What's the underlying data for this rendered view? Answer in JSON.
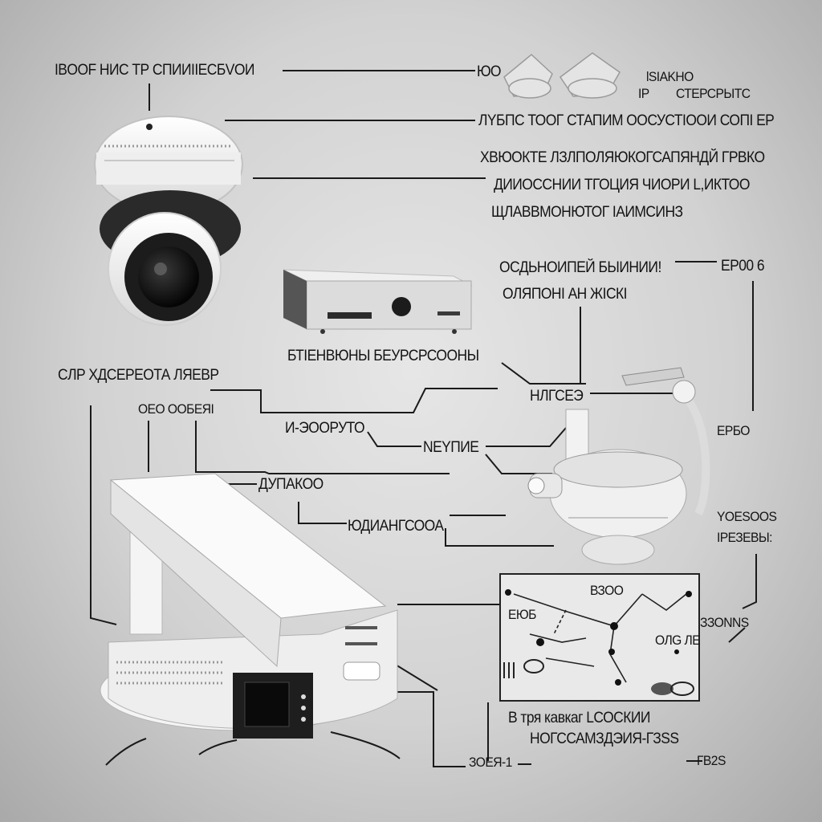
{
  "labels": {
    "top_left": "IBOOF НИС ТР СПИИIIEСБVOИ",
    "top_mid": "ЮО",
    "top_right_a": "lSIAKHO",
    "top_right_b": "IP",
    "top_right_c": "СТЕРСРЫТС",
    "line2": "ЛYБПС ТООГ СТАПИМ ООСУСТІООИ СОПІ ЕР",
    "line3": "ХВЮОКТЕ ЛЗЛПОЛЯЮКОГСАПЯНДЙ ГРВКО",
    "line4": "ДИИОССНИИ ТГОЦИЯ ЧИОРИ L,ИКТОО",
    "line5": "ЩЛАВВМОНЮТОГ ІАИМСИНЗ",
    "mid_a": "ОСДЬНОИПЕЙ БЫИНИИ!",
    "mid_b": "ЕР00 6",
    "mid_c": "ОЛЯПОНІ АН ЖІСКІ",
    "dvr_label": "БТІЕНВЮНЫ БЕУРСРСООНЫ",
    "left_a": "CЛР ХДСЕРЕОТА ЛЯЕВР",
    "left_b": "ОЕО ООБЕЯІ",
    "center_a": "НЛГСЕЭ",
    "center_b": "И-ЭООРУТО",
    "center_c": "NEYПИЕ",
    "right_a": "ЕРБО",
    "center_d": "ДУПАКОО",
    "center_e": "ЮДИАНГСООА",
    "right_b": "YOESOOS",
    "right_c": "IРЕЗЕВЫ:",
    "right_d": "ЗЗОNNS",
    "board_title": "ВЗОО",
    "board_a": "ЕЮБ",
    "board_b": "ОЛG ЛЕ",
    "bottom_a": "В тря кавкаг LСОСКИИ",
    "bottom_b": "НОГССАМЗДЭИЯ-ГЗSS",
    "bottom_c": "ЗОЕЯ-1",
    "bottom_d": "ГВ2S"
  }
}
